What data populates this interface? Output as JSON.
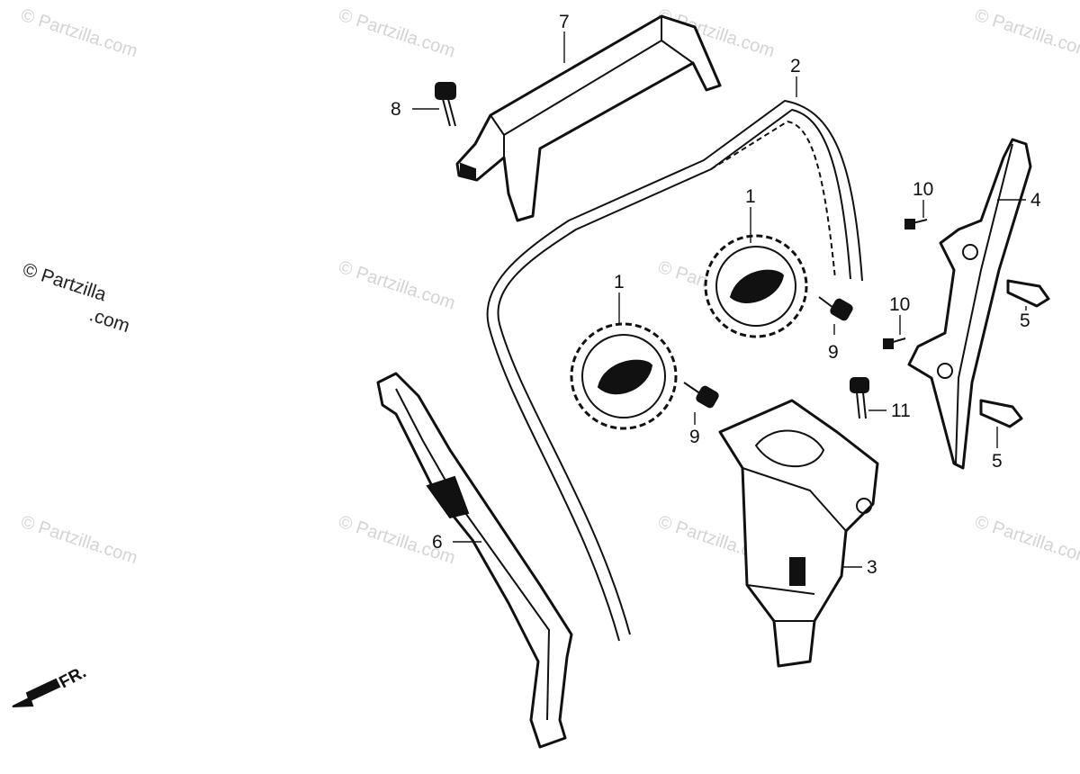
{
  "watermark": {
    "text": "© Partzilla.com",
    "side_text_line1": "© Partzilla",
    "side_text_line2": ".com"
  },
  "front_label": "FR.",
  "callouts": {
    "c1a": "1",
    "c1b": "1",
    "c2": "2",
    "c3": "3",
    "c4": "4",
    "c5a": "5",
    "c5b": "5",
    "c6": "6",
    "c7": "7",
    "c8": "8",
    "c9a": "9",
    "c9b": "9",
    "c10a": "10",
    "c10b": "10",
    "c11": "11"
  },
  "colors": {
    "ink": "#111111",
    "watermark": "#d4d4d4",
    "background": "#ffffff"
  }
}
